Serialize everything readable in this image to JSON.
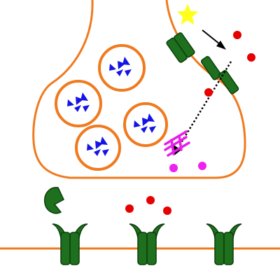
{
  "diagram": {
    "labels": [],
    "colors": {
      "membrane": "#f07a1e",
      "vesicle": "#f07a1e",
      "neurotransmitter": "#1414e6",
      "receptor": "#1e6f1e",
      "receptor_stroke": "#0c3f0c",
      "ligand_star": "#ffff1a",
      "ion_red": "#e60000",
      "ion_magenta": "#ee22ee",
      "enzyme_magenta": "#e81ee8",
      "arrow": "#000000"
    },
    "components": [
      "presynaptic-terminal",
      "synaptic-vesicle",
      "neurotransmitter",
      "ligand-star",
      "membrane-receptor",
      "red-ion",
      "magenta-ion",
      "enzyme",
      "pacman-molecule",
      "postsynaptic-membrane",
      "postsynaptic-receptor"
    ]
  }
}
